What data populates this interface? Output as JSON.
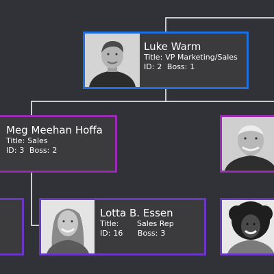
{
  "colors": {
    "background": "#313138",
    "card_background": "#3b3b3e",
    "connector": "#ffffff",
    "border_vp": "#1f6fe0",
    "border_manager": "#9b2bb4",
    "border_staff": "#6a37c4"
  },
  "org_chart": {
    "nodes": [
      {
        "name": "Luke Warm",
        "title_label": "Title:",
        "title": "VP Marketing/Sales",
        "id_label": "ID:",
        "id": "2",
        "boss_label": "Boss:",
        "boss": "1",
        "photo": "portrait-young-man"
      },
      {
        "name": "Meg Meehan Hoffa",
        "title_label": "Title:",
        "title": "Sales",
        "id_label": "ID:",
        "id": "3",
        "boss_label": "Boss:",
        "boss": "2"
      },
      {
        "photo": "portrait-older-man"
      },
      {
        "photo": ""
      },
      {
        "name": "Lotta B. Essen",
        "title_label": "Title:",
        "title": "Sales Rep",
        "id_label": "ID:",
        "id": "16",
        "boss_label": "Boss:",
        "boss": "3",
        "photo": "portrait-smiling-woman"
      },
      {
        "photo": "portrait-curly-hair-woman"
      }
    ]
  }
}
